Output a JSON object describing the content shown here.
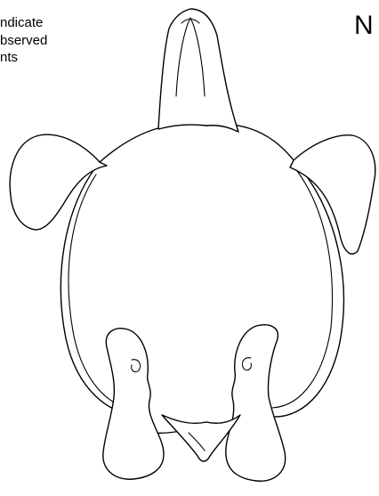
{
  "legend_note": {
    "lines": [
      "ndicate",
      "bserved",
      "nts"
    ]
  },
  "corner_label": "N",
  "figure": {
    "subject": "sea turtle, dorsal outline view",
    "parts": [
      "head",
      "carapace",
      "left-front-flipper",
      "right-front-flipper",
      "left-rear-flipper",
      "right-rear-flipper",
      "tail"
    ]
  }
}
